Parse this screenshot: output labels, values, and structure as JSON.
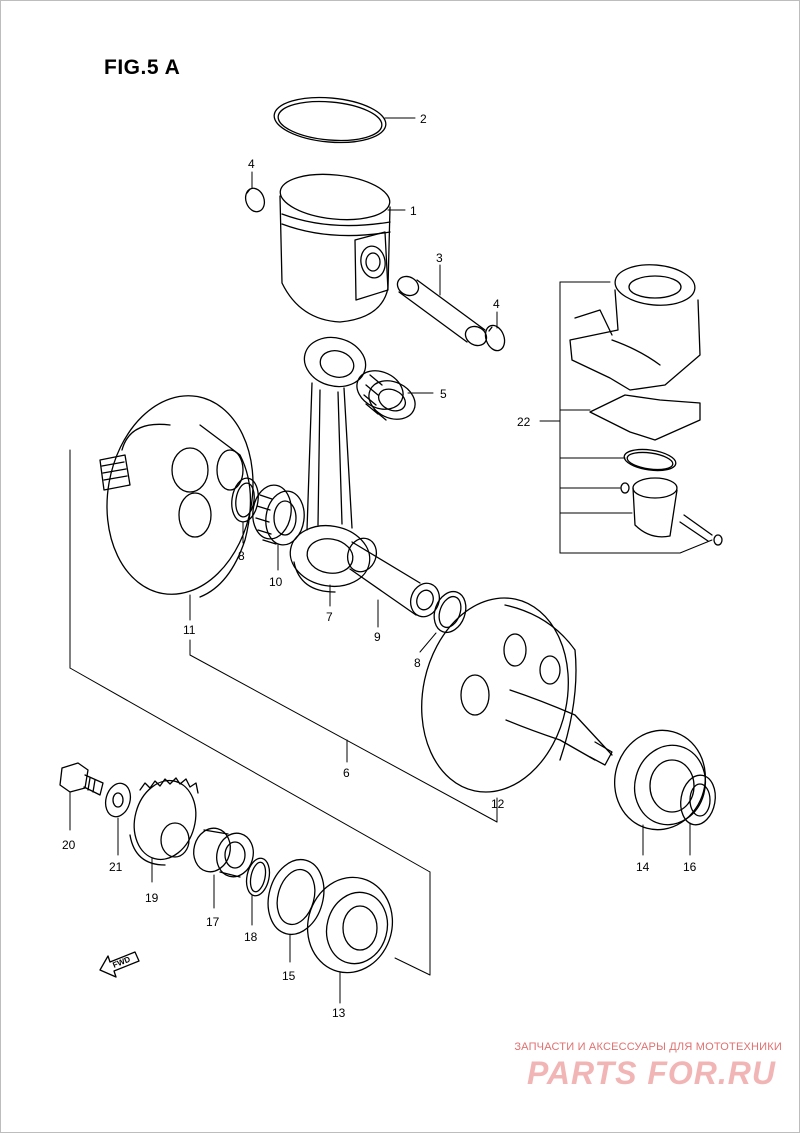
{
  "figure": {
    "title": "FIG.5 A"
  },
  "callouts": {
    "c1": "1",
    "c2": "2",
    "c3": "3",
    "c4a": "4",
    "c4b": "4",
    "c5": "5",
    "c6": "6",
    "c7": "7",
    "c8a": "8",
    "c8b": "8",
    "c9": "9",
    "c10": "10",
    "c11": "11",
    "c12": "12",
    "c13": "13",
    "c14": "14",
    "c15": "15",
    "c16": "16",
    "c17": "17",
    "c18": "18",
    "c19": "19",
    "c20": "20",
    "c21": "21",
    "c22": "22"
  },
  "direction_marker": {
    "label": "FWD"
  },
  "watermark": {
    "caption": "ЗАПЧАСТИ И АКСЕССУАРЫ ДЛЯ МОТОТЕХНИКИ",
    "logo": "PARTS FOR.RU"
  }
}
